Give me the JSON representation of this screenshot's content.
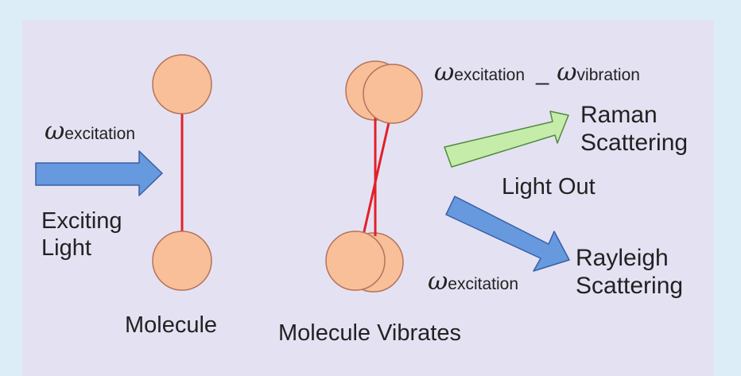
{
  "colors": {
    "background": "#dcedf8",
    "panel": "#e4e2f2",
    "atom_fill": "#f8bf99",
    "atom_stroke": "#b4735c",
    "bond": "#e2202a",
    "arrow_blue": "#6699dd",
    "arrow_blue_stroke": "#3a5ea8",
    "arrow_green": "#c6ecaa",
    "arrow_green_stroke": "#4f8a3f"
  },
  "labels": {
    "omega_symbol": "ω",
    "excitation_sub": "excitation",
    "vibration_sub": "vibration",
    "minus": "_",
    "exciting_light": "Exciting\nLight",
    "molecule": "Molecule",
    "molecule_vibrates": "Molecule Vibrates",
    "raman_scattering": "Raman\nScattering",
    "light_out": "Light Out",
    "rayleigh_scattering": "Rayleigh\nScattering"
  }
}
